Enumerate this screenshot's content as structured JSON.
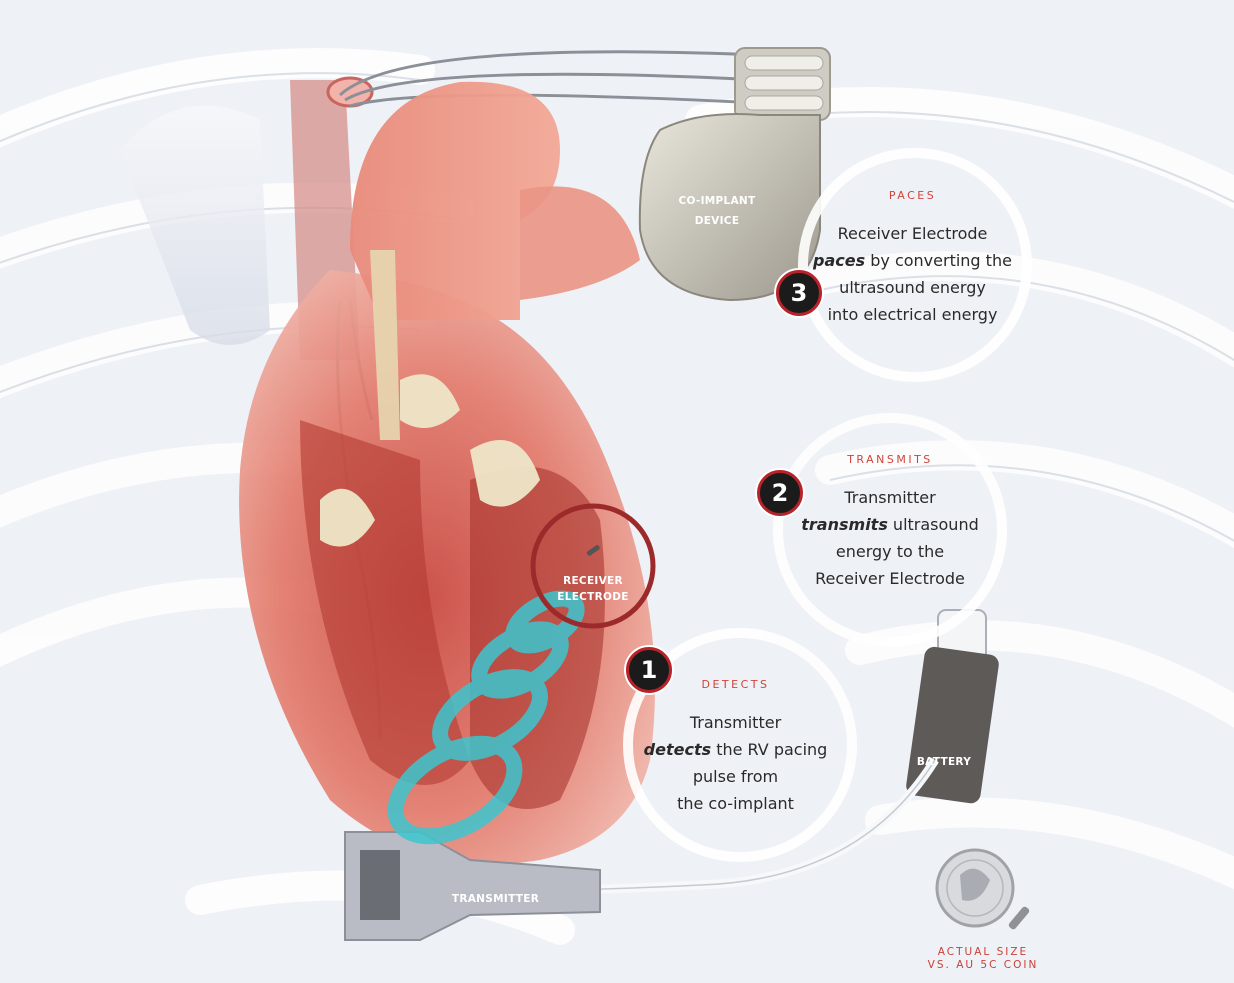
{
  "labels": {
    "co_implant_line1": "CO-IMPLANT",
    "co_implant_line2": "DEVICE",
    "receiver_line1": "RECEIVER",
    "receiver_line2": "ELECTRODE",
    "battery": "BATTERY",
    "transmitter": "TRANSMITTER"
  },
  "steps": [
    {
      "number": "1",
      "heading": "DETECTS",
      "line1": "Transmitter",
      "emphasis": "detects",
      "line2_rest": " the RV pacing",
      "line3": "pulse from",
      "line4": "the co-implant"
    },
    {
      "number": "2",
      "heading": "TRANSMITS",
      "line1": "Transmitter",
      "emphasis": "transmits",
      "line2_rest": " ultrasound",
      "line3": "energy to the",
      "line4": "Receiver Electrode"
    },
    {
      "number": "3",
      "heading": "PACES",
      "line1": "Receiver Electrode",
      "emphasis": "paces",
      "line2_rest": " by converting the",
      "line3": "ultrasound energy",
      "line4": "into electrical energy"
    }
  ],
  "coin_caption": {
    "line1": "ACTUAL SIZE",
    "line2": "VS. AU 5C COIN"
  },
  "colors": {
    "accent_red": "#d0433a",
    "badge_ring": "#b8232a",
    "ultrasound_teal": "#3cc6cf",
    "heart": "#e2796a"
  }
}
